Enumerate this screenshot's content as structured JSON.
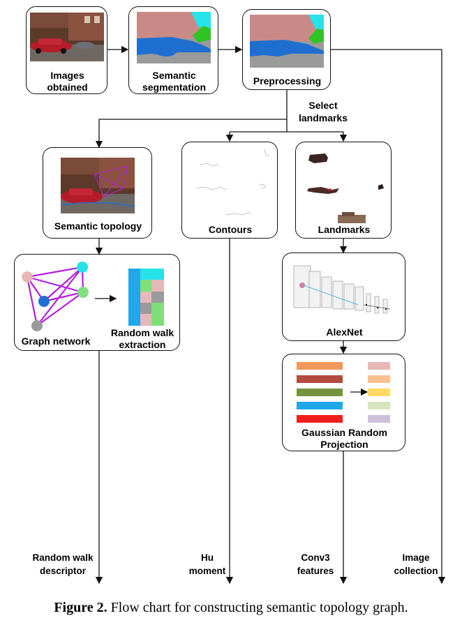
{
  "nodes": {
    "images_obtained": "Images\nobtained",
    "semantic_segmentation": "Semantic\nsegmentation",
    "preprocessing": "Preprocessing",
    "select_landmarks": "Select\nlandmarks",
    "semantic_topology": "Semantic topology",
    "contours": "Contours",
    "landmarks": "Landmarks",
    "graph_network": "Graph network",
    "random_walk_extraction": "Random walk\nextraction",
    "alexnet": "AlexNet",
    "gaussian_random_projection": "Gaussian Random\nProjection"
  },
  "outputs": {
    "random_walk_descriptor": "Random walk\ndescriptor",
    "hu_moment": "Hu\nmoment",
    "conv3_features": "Conv3\nfeatures",
    "image_collection": "Image\ncollection"
  },
  "caption": {
    "prefix": "Figure 2.",
    "text": " Flow chart for constructing semantic topology graph."
  },
  "colors": {
    "segment_pink": "#c98a87",
    "segment_blue": "#1f6fd0",
    "segment_gray": "#9a9a9a",
    "segment_cyan": "#25e3e8",
    "segment_green": "#2ec424",
    "graph_edge": "#b41ee0",
    "projection_bars": [
      "#f0995a",
      "#b54a40",
      "#76933c",
      "#20a7e8",
      "#f01e1e"
    ],
    "projected_bars": [
      "#e6b8b7",
      "#fac090",
      "#ffd966",
      "#d7e4bd",
      "#ccc0da"
    ]
  }
}
